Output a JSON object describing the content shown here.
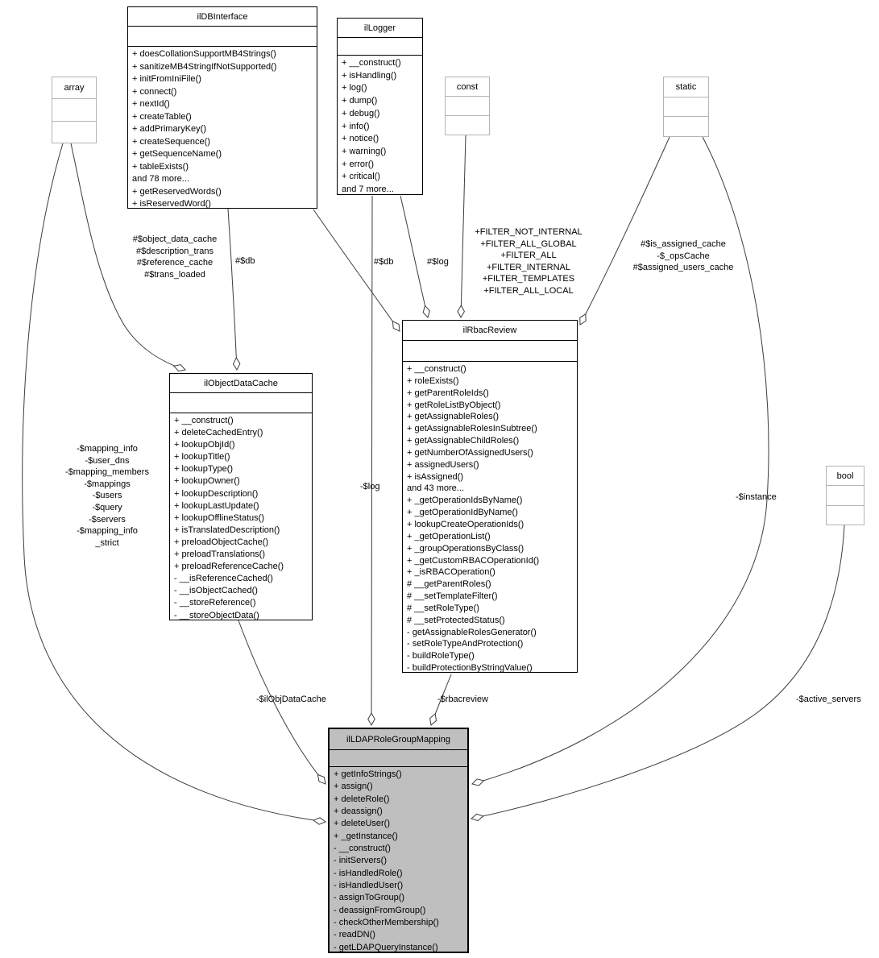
{
  "colors": {
    "highlight_fill": "#bfbfbf",
    "node_border": "#000000",
    "type_node_border": "#b4b4b4",
    "edge_line": "#3c3c3c"
  },
  "nodes": {
    "dbinterface": {
      "title": "ilDBInterface",
      "members": [
        "+ doesCollationSupportMB4Strings()",
        "+ sanitizeMB4StringIfNotSupported()",
        "+ initFromIniFile()",
        "+ connect()",
        "+ nextId()",
        "+ createTable()",
        "+ addPrimaryKey()",
        "+ createSequence()",
        "+ getSequenceName()",
        "+ tableExists()",
        "and 78 more...",
        "+ getReservedWords()",
        "+ isReservedWord()"
      ]
    },
    "logger": {
      "title": "ilLogger",
      "members": [
        "+ __construct()",
        "+ isHandling()",
        "+ log()",
        "+ dump()",
        "+ debug()",
        "+ info()",
        "+ notice()",
        "+ warning()",
        "+ error()",
        "+ critical()",
        "and 7 more..."
      ]
    },
    "objcache": {
      "title": "ilObjectDataCache",
      "members": [
        "+ __construct()",
        "+ deleteCachedEntry()",
        "+ lookupObjId()",
        "+ lookupTitle()",
        "+ lookupType()",
        "+ lookupOwner()",
        "+ lookupDescription()",
        "+ lookupLastUpdate()",
        "+ lookupOfflineStatus()",
        "+ isTranslatedDescription()",
        "+ preloadObjectCache()",
        "+ preloadTranslations()",
        "+ preloadReferenceCache()",
        "- __isReferenceCached()",
        "- __isObjectCached()",
        "- __storeReference()",
        "- __storeObjectData()"
      ]
    },
    "rbac": {
      "title": "ilRbacReview",
      "members": [
        "+ __construct()",
        "+ roleExists()",
        "+ getParentRoleIds()",
        "+ getRoleListByObject()",
        "+ getAssignableRoles()",
        "+ getAssignableRolesInSubtree()",
        "+ getAssignableChildRoles()",
        "+ getNumberOfAssignedUsers()",
        "+ assignedUsers()",
        "+ isAssigned()",
        "and 43 more...",
        "+ _getOperationIdsByName()",
        "+ _getOperationIdByName()",
        "+ lookupCreateOperationIds()",
        "+ _getOperationList()",
        "+ _groupOperationsByClass()",
        "+ _getCustomRBACOperationId()",
        "+ _isRBACOperation()",
        "# __getParentRoles()",
        "# __setTemplateFilter()",
        "# __setRoleType()",
        "# __setProtectedStatus()",
        "- getAssignableRolesGenerator()",
        "- setRoleTypeAndProtection()",
        "- buildRoleType()",
        "- buildProtectionByStringValue()"
      ]
    },
    "mapping": {
      "title": "ilLDAPRoleGroupMapping",
      "members": [
        "+ getInfoStrings()",
        "+ assign()",
        "+ deleteRole()",
        "+ deassign()",
        "+ deleteUser()",
        "+ _getInstance()",
        "- __construct()",
        "- initServers()",
        "- isHandledRole()",
        "- isHandledUser()",
        "- assignToGroup()",
        "- deassignFromGroup()",
        "- checkOtherMembership()",
        "- readDN()",
        "- getLDAPQueryInstance()"
      ]
    },
    "array": {
      "title": "array"
    },
    "const": {
      "title": "const"
    },
    "static": {
      "title": "static"
    },
    "bool": {
      "title": "bool"
    }
  },
  "edge_labels": {
    "array_to_objcache": [
      "#$object_data_cache",
      "#$description_trans",
      "#$reference_cache",
      "#$trans_loaded"
    ],
    "db_to_objcache": "#$db",
    "db_to_rbac": "#$db",
    "logger_to_rbac": "#$log",
    "const_to_rbac": [
      "+FILTER_NOT_INTERNAL",
      "+FILTER_ALL_GLOBAL",
      "+FILTER_ALL",
      "+FILTER_INTERNAL",
      "+FILTER_TEMPLATES",
      "+FILTER_ALL_LOCAL"
    ],
    "static_to_rbac": [
      "#$is_assigned_cache",
      "-$_opsCache",
      "#$assigned_users_cache"
    ],
    "array_to_mapping": [
      "-$mapping_info",
      "-$user_dns",
      "-$mapping_members",
      "-$mappings",
      "-$users",
      "-$query",
      "-$servers",
      "-$mapping_info",
      "_strict"
    ],
    "logger_to_mapping": "-$log",
    "objcache_to_mapping": "-$ilObjDataCache",
    "rbac_to_mapping": "-$rbacreview",
    "static_to_mapping": "-$instance",
    "bool_to_mapping": "-$active_servers"
  }
}
